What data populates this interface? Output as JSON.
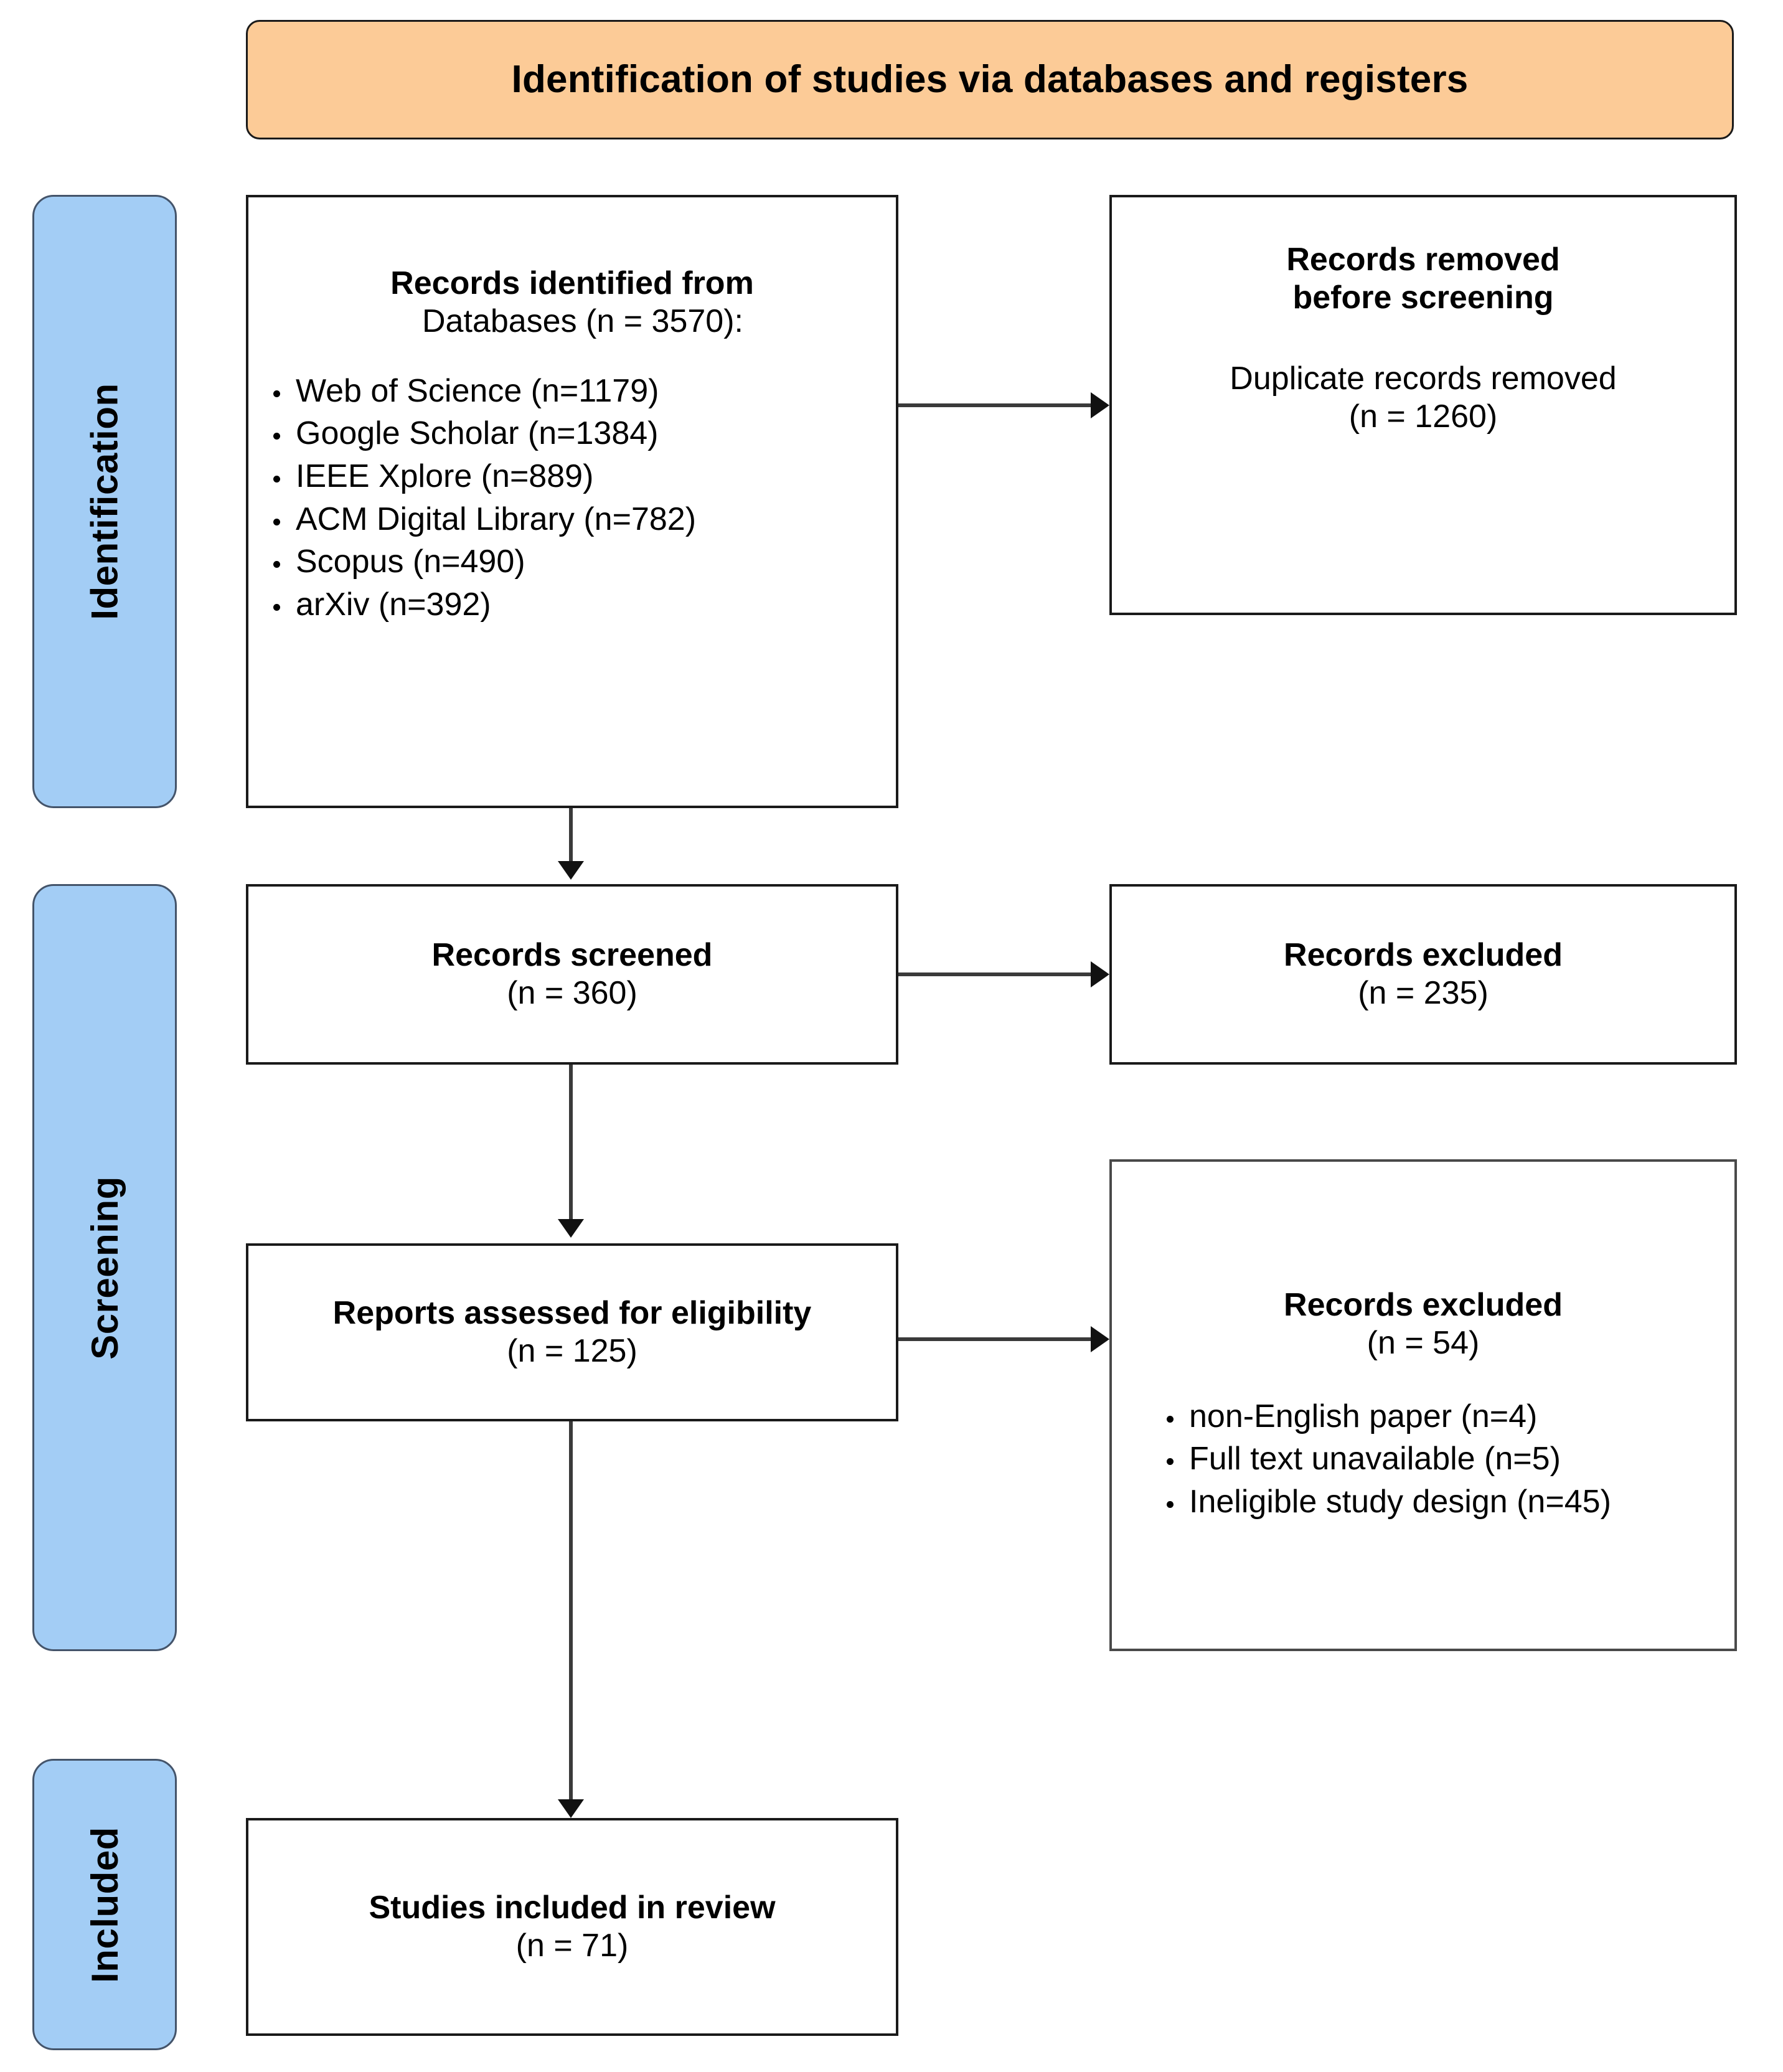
{
  "banner": {
    "title": "Identification of studies via databases and registers"
  },
  "phases": [
    {
      "id": "identification",
      "label": "Identification"
    },
    {
      "id": "screening",
      "label": "Screening"
    },
    {
      "id": "included",
      "label": "Included"
    }
  ],
  "boxes": {
    "identified": {
      "heading": "Records identified from",
      "subheading": "Databases (n = 3570):",
      "items": [
        "Web of Science (n=1179)",
        "Google Scholar (n=1384)",
        "IEEE Xplore (n=889)",
        "ACM Digital Library (n=782)",
        "Scopus (n=490)",
        "arXiv (n=392)"
      ]
    },
    "removed": {
      "heading_line1": "Records removed",
      "heading_line2": "before screening",
      "detail_line1": "Duplicate records removed",
      "detail_line2": "(n = 1260)"
    },
    "screened": {
      "heading": "Records screened",
      "count": "(n = 360)"
    },
    "records_excluded_screening": {
      "heading": "Records excluded",
      "count": "(n = 235)"
    },
    "eligibility": {
      "heading": "Reports assessed for eligibility",
      "count": "(n = 125)"
    },
    "records_excluded_eligibility": {
      "heading": "Records excluded",
      "count": "(n = 54)",
      "items": [
        "non-English paper (n=4)",
        "Full text unavailable (n=5)",
        "Ineligible study design (n=45)"
      ]
    },
    "included": {
      "heading": "Studies included in review",
      "count": "(n = 71)"
    }
  },
  "colors": {
    "banner_fill": "#FCCB97",
    "phase_fill": "#A3CDF5",
    "phase_border": "#44546A",
    "box_border": "#1a1a1a",
    "connector": "#3a3a3a"
  }
}
